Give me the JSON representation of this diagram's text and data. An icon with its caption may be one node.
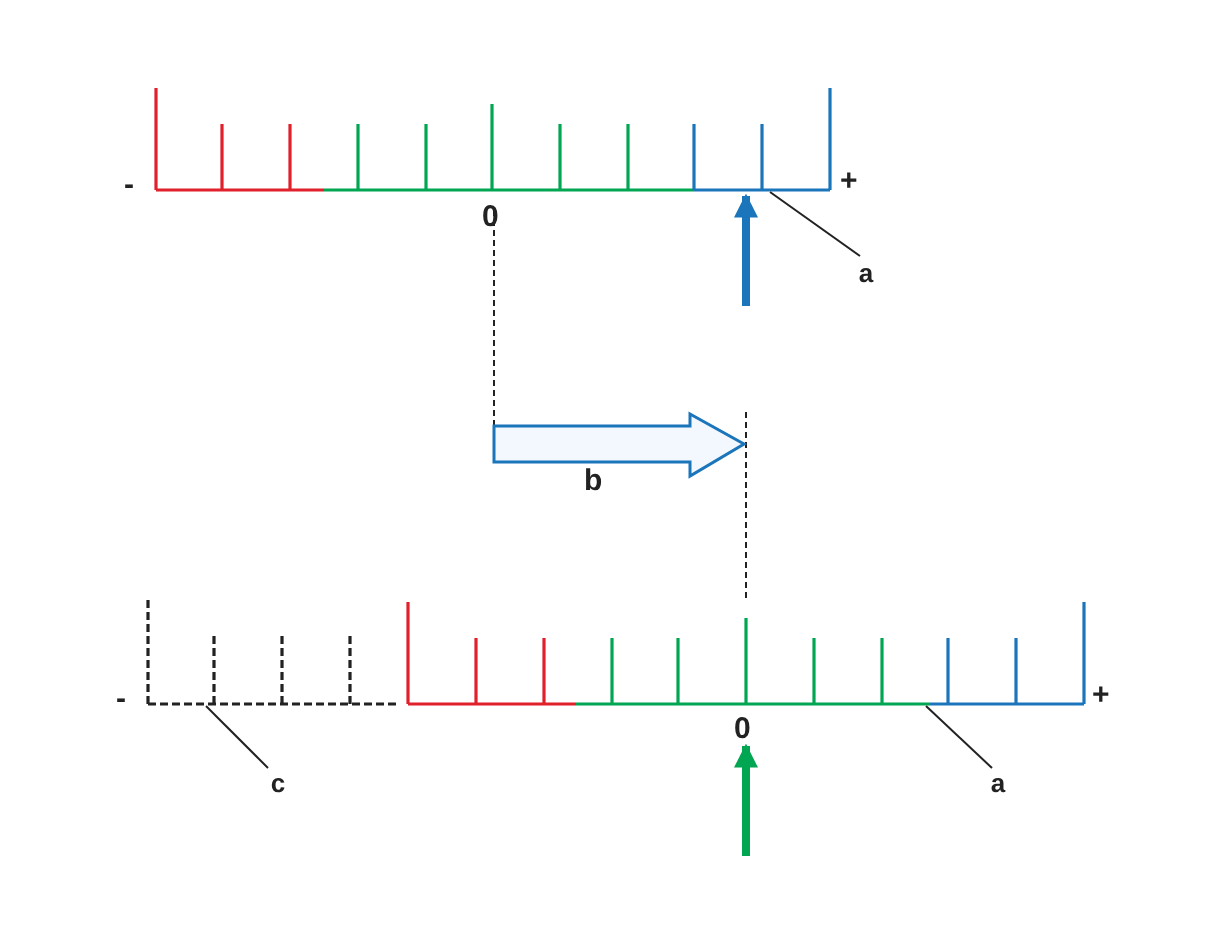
{
  "diagram": {
    "nodes": [
      {
        "text": [],
        "shape": "scale",
        "beside": [
          "-",
          "0",
          "+"
        ]
      },
      {
        "text": [
          "a"
        ]
      },
      {
        "text": [],
        "shape": "scale",
        "beside": [
          "-"
        ]
      },
      {
        "text": [
          "c"
        ]
      },
      {
        "text": [],
        "shape": "scale",
        "beside": [
          "0",
          "+"
        ]
      },
      {
        "text": [
          "a"
        ]
      }
    ],
    "edges": [
      {
        "from": 1,
        "to": 0,
        "arrow": "none"
      },
      {
        "from": null,
        "to": 0,
        "arrow": "to",
        "style": "thick",
        "color": "#1b75bb"
      },
      {
        "from": 3,
        "to": 2,
        "arrow": "none"
      },
      {
        "from": 5,
        "to": 4,
        "arrow": "none"
      },
      {
        "from": null,
        "to": 4,
        "arrow": "to",
        "style": "thick",
        "color": "#00a651"
      }
    ],
    "labels": [
      "b"
    ]
  }
}
